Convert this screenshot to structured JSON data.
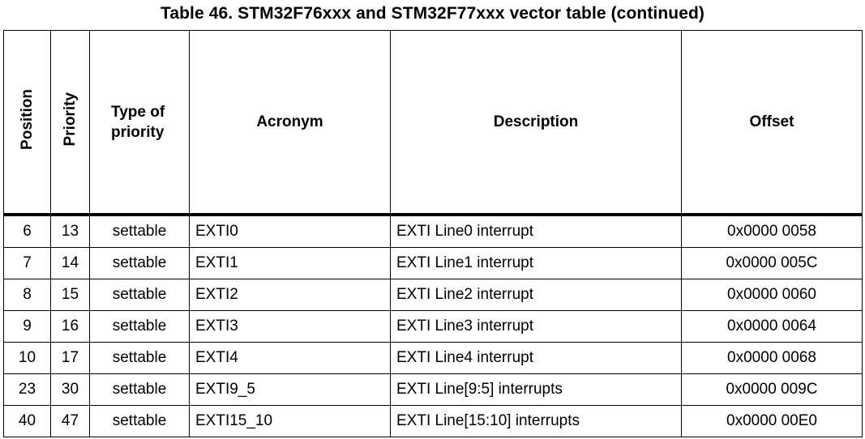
{
  "caption": "Table 46. STM32F76xxx and STM32F77xxx vector table (continued)",
  "headers": {
    "position": "Position",
    "priority": "Priority",
    "type": "Type of priority",
    "acronym": "Acronym",
    "description": "Description",
    "offset": "Offset"
  },
  "rows": [
    {
      "position": "6",
      "priority": "13",
      "type": "settable",
      "acronym": "EXTI0",
      "description": "EXTI Line0 interrupt",
      "offset": "0x0000 0058"
    },
    {
      "position": "7",
      "priority": "14",
      "type": "settable",
      "acronym": "EXTI1",
      "description": "EXTI Line1 interrupt",
      "offset": "0x0000 005C"
    },
    {
      "position": "8",
      "priority": "15",
      "type": "settable",
      "acronym": "EXTI2",
      "description": "EXTI Line2 interrupt",
      "offset": "0x0000 0060"
    },
    {
      "position": "9",
      "priority": "16",
      "type": "settable",
      "acronym": "EXTI3",
      "description": "EXTI Line3 interrupt",
      "offset": "0x0000 0064"
    },
    {
      "position": "10",
      "priority": "17",
      "type": "settable",
      "acronym": "EXTI4",
      "description": "EXTI Line4 interrupt",
      "offset": "0x0000 0068"
    },
    {
      "position": "23",
      "priority": "30",
      "type": "settable",
      "acronym": "EXTI9_5",
      "description": "EXTI Line[9:5] interrupts",
      "offset": "0x0000 009C"
    },
    {
      "position": "40",
      "priority": "47",
      "type": "settable",
      "acronym": "EXTI15_10",
      "description": "EXTI Line[15:10] interrupts",
      "offset": "0x0000 00E0"
    }
  ]
}
